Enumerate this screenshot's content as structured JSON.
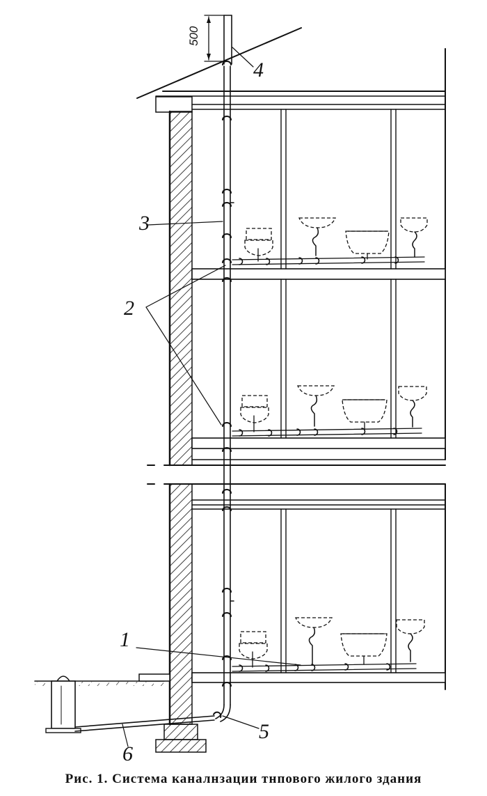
{
  "caption": "Рис. 1. Система каналнзации тнпового жилого здания",
  "dimension_label": "500",
  "callouts": [
    "1",
    "2",
    "3",
    "4",
    "5",
    "6"
  ]
}
